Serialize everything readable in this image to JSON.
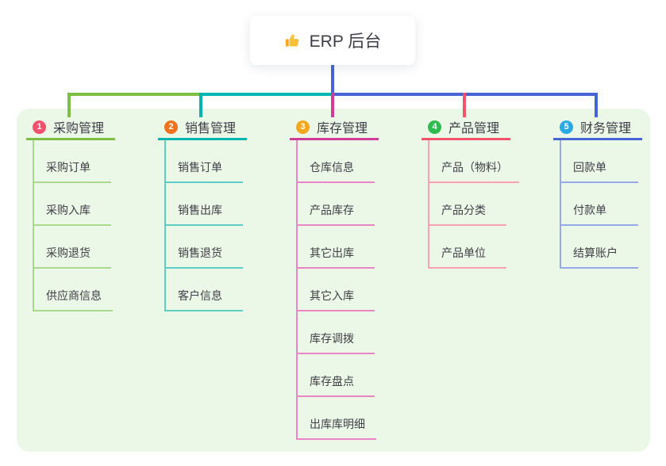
{
  "root": {
    "label": "ERP 后台",
    "icon": "thumbs-up"
  },
  "colors": {
    "canvas_bg": "#ffffff",
    "panel_bg": "#ebf7e7",
    "trunk": "#4565d6",
    "root_text": "#3d3d46",
    "item_text": "#3f3f46",
    "thumb_main": "#fac036",
    "thumb_cuff": "#f5a623"
  },
  "branches": [
    {
      "number": "1",
      "label": "采购管理",
      "badge_color": "#f4516c",
      "line_color": "#7cc043",
      "sub_line_color": "#a9d98b",
      "items": [
        "采购订单",
        "采购入库",
        "采购退货",
        "供应商信息"
      ]
    },
    {
      "number": "2",
      "label": "销售管理",
      "badge_color": "#f2711c",
      "line_color": "#00b5ad",
      "sub_line_color": "#5ecec5",
      "items": [
        "销售订单",
        "销售出库",
        "销售退货",
        "客户信息"
      ]
    },
    {
      "number": "3",
      "label": "库存管理",
      "badge_color": "#f2a71c",
      "line_color": "#cf3d96",
      "sub_line_color": "#ea86c4",
      "items": [
        "仓库信息",
        "产品库存",
        "其它出库",
        "其它入库",
        "库存调拨",
        "库存盘点",
        "出库库明细"
      ]
    },
    {
      "number": "4",
      "label": "产品管理",
      "badge_color": "#2fbb4f",
      "line_color": "#f4516c",
      "sub_line_color": "#f9a3b2",
      "items": [
        "产品（物料）",
        "产品分类",
        "产品单位"
      ]
    },
    {
      "number": "5",
      "label": "财务管理",
      "badge_color": "#29aae3",
      "line_color": "#4565d6",
      "sub_line_color": "#96aae8",
      "items": [
        "回款单",
        "付款单",
        "结算账户"
      ]
    }
  ]
}
